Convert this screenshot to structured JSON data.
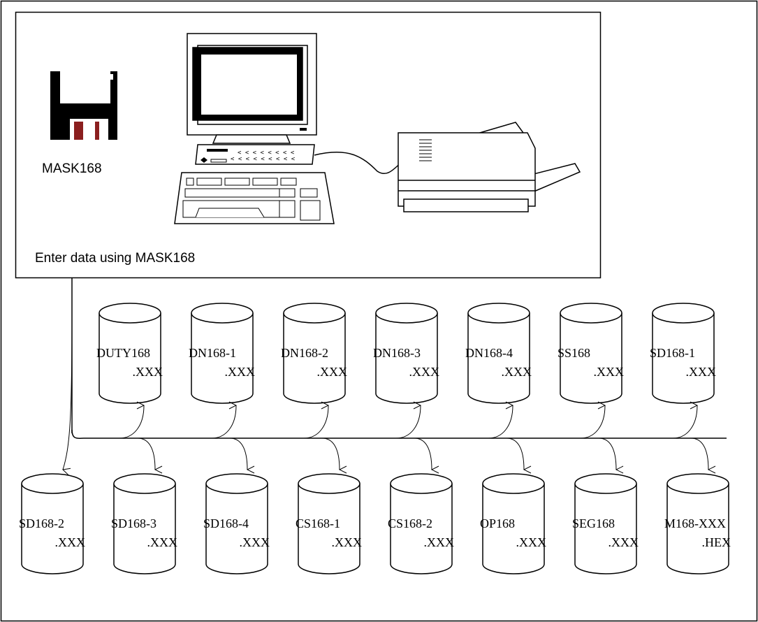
{
  "setup": {
    "floppy_label": "MASK168",
    "instruction": "Enter data using MASK168"
  },
  "top_files": [
    {
      "name": "DUTY168",
      "ext": ".XXX"
    },
    {
      "name": "DN168-1",
      "ext": ".XXX"
    },
    {
      "name": "DN168-2",
      "ext": ".XXX"
    },
    {
      "name": "DN168-3",
      "ext": ".XXX"
    },
    {
      "name": "DN168-4",
      "ext": ".XXX"
    },
    {
      "name": "SS168",
      "ext": ".XXX"
    },
    {
      "name": "SD168-1",
      "ext": ".XXX"
    }
  ],
  "bottom_files": [
    {
      "name": "SD168-2",
      "ext": ".XXX"
    },
    {
      "name": "SD168-3",
      "ext": ".XXX"
    },
    {
      "name": "SD168-4",
      "ext": ".XXX"
    },
    {
      "name": "CS168-1",
      "ext": ".XXX"
    },
    {
      "name": "CS168-2",
      "ext": ".XXX"
    },
    {
      "name": "OP168",
      "ext": ".XXX"
    },
    {
      "name": "SEG168",
      "ext": ".XXX"
    },
    {
      "name": "M168-XXX",
      "ext": ".HEX"
    }
  ]
}
